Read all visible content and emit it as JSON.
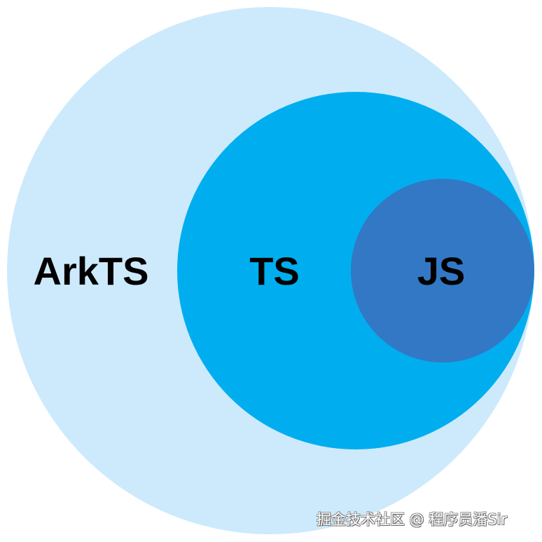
{
  "diagram": {
    "type": "nested-venn",
    "sets": [
      {
        "name": "ArkTS",
        "label": "ArkTS",
        "color": "#cdeafc"
      },
      {
        "name": "TS",
        "label": "TS",
        "color": "#00aeef"
      },
      {
        "name": "JS",
        "label": "JS",
        "color": "#3378c5"
      }
    ]
  },
  "watermark": "掘金技术社区 @ 程序员潘Sir"
}
